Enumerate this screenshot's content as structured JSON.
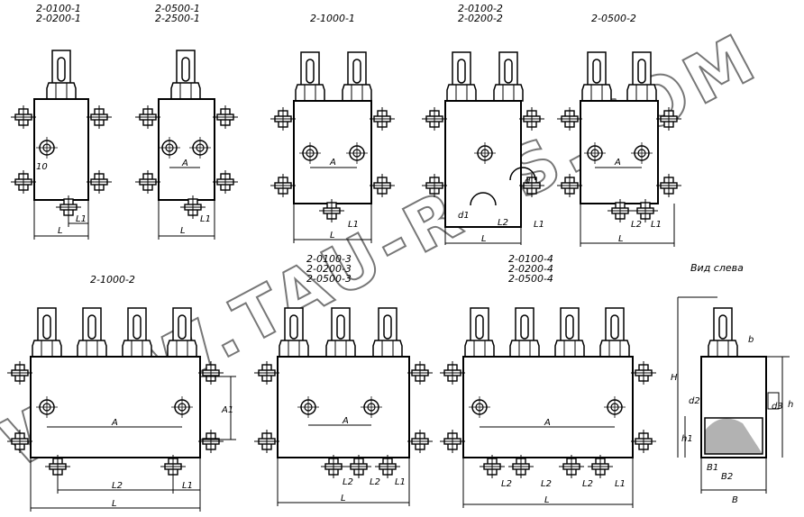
{
  "views": [
    {
      "id": "v1",
      "labels": [
        "2-0100-1",
        "2-0200-1"
      ],
      "dims": [
        "10",
        "L1",
        "L"
      ]
    },
    {
      "id": "v2",
      "labels": [
        "2-0500-1",
        "2-2500-1"
      ],
      "dims": [
        "A",
        "L1",
        "L"
      ]
    },
    {
      "id": "v3",
      "labels": [
        "2-1000-1"
      ],
      "dims": [
        "A",
        "L1",
        "L"
      ]
    },
    {
      "id": "v4",
      "labels": [
        "2-0100-2",
        "2-0200-2"
      ],
      "dims": [
        "d1",
        "d",
        "L2",
        "L1",
        "L"
      ]
    },
    {
      "id": "v5",
      "labels": [
        "2-0500-2"
      ],
      "dims": [
        "A",
        "L2",
        "L1",
        "L"
      ]
    },
    {
      "id": "v6",
      "labels": [
        "2-1000-2"
      ],
      "dims": [
        "A",
        "A1",
        "L2",
        "L1",
        "L"
      ]
    },
    {
      "id": "v7",
      "labels": [
        "2-0100-3",
        "2-0200-3",
        "2-0500-3"
      ],
      "dims": [
        "A",
        "L2",
        "L2",
        "L1",
        "L"
      ]
    },
    {
      "id": "v8",
      "labels": [
        "2-0100-4",
        "2-0200-4",
        "2-0500-4"
      ],
      "dims": [
        "A",
        "L2",
        "L2",
        "L2",
        "L1",
        "L"
      ]
    },
    {
      "id": "side",
      "labels": [
        "Вид слева"
      ],
      "dims": [
        "H",
        "b",
        "h",
        "h1",
        "d3",
        "d2",
        "B1",
        "B2",
        "B"
      ]
    }
  ],
  "watermark": "WWW.TAU-RUS.COM"
}
